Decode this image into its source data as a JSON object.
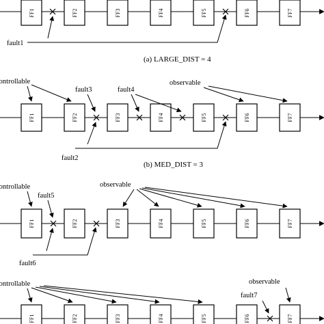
{
  "flip_flop_labels": [
    "FF1",
    "FF2",
    "FF3",
    "FF4",
    "FF5",
    "FF6",
    "FF7"
  ],
  "panels": {
    "a": {
      "caption": "(a) LARGE_DIST = 4",
      "fault1": "fault1"
    },
    "b": {
      "caption": "(b) MED_DIST = 3",
      "controllable": "controllable",
      "fault2": "fault2",
      "fault3": "fault3",
      "fault4": "fault4",
      "observable": "observable"
    },
    "c": {
      "controllable": "controllable",
      "fault5": "fault5",
      "fault6": "fault6",
      "observable": "observable"
    },
    "d": {
      "controllable": "controllable",
      "fault7": "fault7",
      "observable": "observable"
    }
  }
}
